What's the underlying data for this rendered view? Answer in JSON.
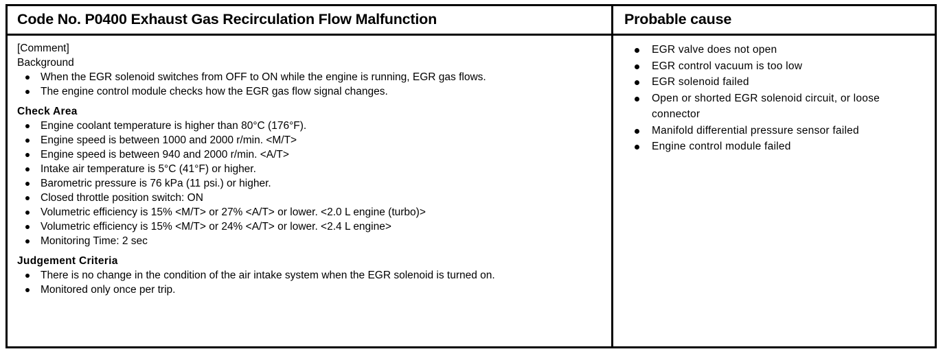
{
  "document": {
    "type": "dtc-diagnostic-table"
  },
  "table": {
    "header": {
      "left_title": "Code No. P0400 Exhaust Gas Recirculation Flow Malfunction",
      "right_title": "Probable cause"
    },
    "left_column": {
      "comment_label": "[Comment]",
      "background_label": "Background",
      "background_items": [
        "When the EGR solenoid switches from OFF to ON while the engine is running, EGR gas flows.",
        "The engine control module checks how the EGR gas flow signal changes."
      ],
      "check_area_heading": "Check Area",
      "check_area_items": [
        "Engine coolant temperature is higher than 80°C (176°F).",
        "Engine speed is between 1000 and 2000 r/min. <M/T>",
        "Engine speed is between 940 and 2000 r/min. <A/T>",
        "Intake air temperature is 5°C (41°F) or higher.",
        "Barometric pressure is 76 kPa (11 psi.) or higher.",
        "Closed throttle position switch: ON",
        "Volumetric efficiency is 15% <M/T> or 27% <A/T> or lower. <2.0 L engine (turbo)>",
        "Volumetric efficiency is 15% <M/T> or 24% <A/T> or lower. <2.4 L engine>",
        "Monitoring Time: 2 sec"
      ],
      "judgement_heading": "Judgement Criteria",
      "judgement_items": [
        "There is no change in the condition of the air intake system when the EGR solenoid is turned on.",
        "Monitored only once per trip."
      ]
    },
    "right_column": {
      "probable_causes": [
        "EGR valve does not open",
        "EGR control vacuum is too low",
        "EGR solenoid failed",
        "Open or shorted EGR solenoid circuit, or loose connector",
        "Manifold differential pressure sensor failed",
        "Engine control module failed"
      ]
    }
  },
  "colors": {
    "background": "#ffffff",
    "text": "#000000",
    "border": "#000000"
  }
}
